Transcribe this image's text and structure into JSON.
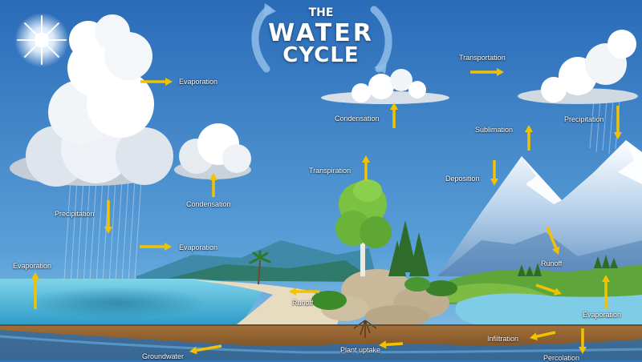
{
  "title": {
    "line1": "THE",
    "line2": "WATER",
    "line3": "CYCLE"
  },
  "labels": {
    "evaporation_cloud": "Evaporation",
    "condensation_left": "Condensation",
    "precipitation_left": "Precipitation",
    "evaporation_sea": "Evaporation",
    "evaporation_left": "Evaporation",
    "transpiration": "Transpiration",
    "condensation_center": "Condensation",
    "transportation": "Transportation",
    "sublimation": "Sublimation",
    "deposition": "Deposition",
    "precipitation_right": "Precipitation",
    "runoff_mountain": "Runoff",
    "runoff_center": "Runoff",
    "evaporation_lake": "Evaporation",
    "infiltration": "Infiltration",
    "plant_uptake": "Plant uptake",
    "groundwater": "Groundwater",
    "percolation": "Percolation"
  },
  "colors": {
    "sky": "#2f74c0",
    "arrow": "#f2c200",
    "sea": "#5cc3e0",
    "soil": "#8a5a2b",
    "groundwater": "#2b6fb0"
  }
}
